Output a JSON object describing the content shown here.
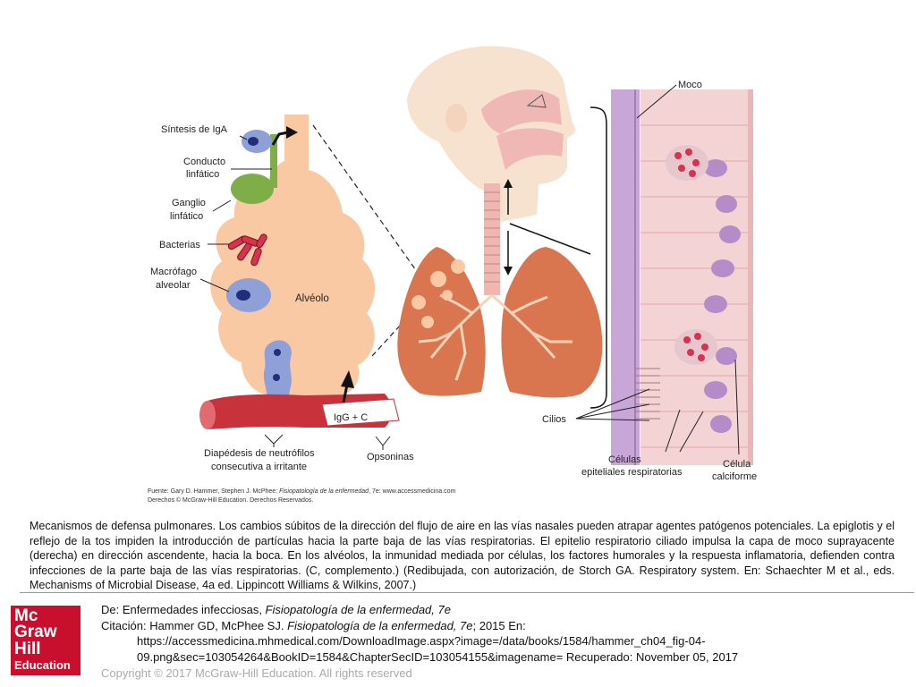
{
  "figure": {
    "labels": {
      "sintesis_iga": "Síntesis de IgA",
      "conducto_1": "Conducto",
      "conducto_2": "linfático",
      "ganglio_1": "Ganglio",
      "ganglio_2": "linfático",
      "bacterias": "Bacterias",
      "macrofago_1": "Macrófago",
      "macrofago_2": "alveolar",
      "alveolo": "Alvéolo",
      "igg_c": "IgG + C",
      "diapedesis_1": "Diapédesis de neutrófilos",
      "diapedesis_2": "consecutiva a irritante",
      "opsoninas": "Opsoninas",
      "moco": "Moco",
      "cilios": "Cilios",
      "celulas_1": "Células",
      "celulas_2": "epiteliales respiratorias",
      "celula_1": "Célula",
      "celula_2": "calciforme"
    },
    "source_1_prefix": "Fuente: Gary D. Hammer, Stephen J. McPhee: ",
    "source_1_title": "Fisiopatología de la enfermedad",
    "source_1_suffix": ", 7e: www.accessmedicina.com",
    "source_2": "Derechos © McGraw-Hill Education. Derechos Reservados.",
    "colors": {
      "alveolus": "#f9c9a4",
      "lung": "#d9764f",
      "head": "#f6e2cf",
      "airway": "#f0b8b4",
      "lymph": "#7fae48",
      "cell_blue": "#8f9fd8",
      "vessel": "#c8333b",
      "epithelium": "#f3d3d3",
      "mucus": "#c9a6d8"
    }
  },
  "caption": "Mecanismos de defensa pulmonares. Los cambios súbitos de la dirección del flujo de aire en las vías nasales pueden atrapar agentes patógenos potenciales. La epiglotis y el reflejo de la tos impiden la introducción de partículas hacia la parte baja de las vías respiratorias. El epitelio respiratorio ciliado impulsa la capa de moco suprayacente (derecha) en dirección ascendente, hacia la boca. En los alvéolos, la inmunidad mediada por células, los factores humorales y la respuesta inflamatoria, defienden contra infecciones de la parte baja de las vías respiratorias. (C, complemento.) (Redibujada, con autorización, de Storch GA. Respiratory system. En: Schaechter M et al., eds. Mechanisms of Microbial Disease, 4a ed. Lippincott Williams & Wilkins, 2007.)",
  "logo": {
    "line1": "Mc",
    "line2": "Graw",
    "line3": "Hill",
    "line4": "Education"
  },
  "citation": {
    "de_prefix": "De: Enfermedades infecciosas, ",
    "book_title": "Fisiopatología de la enfermedad, 7e",
    "citacion_prefix": "Citación: Hammer GD, McPhee SJ. ",
    "citacion_title": "Fisiopatología de la enfermedad, 7e",
    "citacion_suffix": "; 2015 En:",
    "url_line1": "https://accessmedicina.mhmedical.com/DownloadImage.aspx?image=/data/books/1584/hammer_ch04_fig-04-",
    "url_line2": "09.png&sec=103054264&BookID=1584&ChapterSecID=103054155&imagename= Recuperado: November 05, 2017"
  },
  "copyright": "Copyright © 2017 McGraw-Hill Education. All rights reserved"
}
